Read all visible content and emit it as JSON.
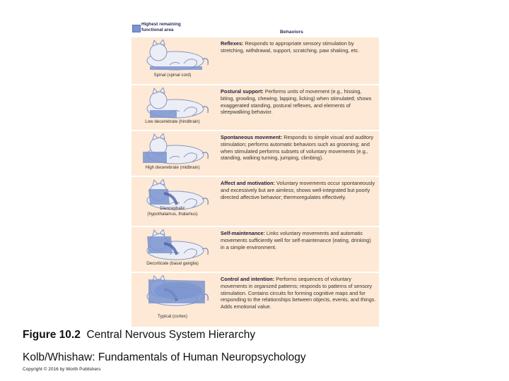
{
  "legend": {
    "label_line1": "Highest remaining",
    "label_line2": "functional area",
    "swatch_color": "#7b94cf"
  },
  "header": {
    "behaviors": "Behaviors"
  },
  "rows": [
    {
      "label": "Spinal (spinal cord)",
      "title": "Reflexes:",
      "text": " Responds to appropriate sensory stimulation by stretching, withdrawal, support, scratching, paw shaking, etc."
    },
    {
      "label": "Low decerebrate (hindbrain)",
      "title": "Postural support:",
      "text": " Performs units of movement (e.g., hissing, biting, growling, chewing, lapping, licking) when stimulated; shows exaggerated standing, postural reflexes, and elements of sleepwalking behavior."
    },
    {
      "label": "High decerebrate (midbrain)",
      "title": "Spontaneous movement:",
      "text": " Responds to simple visual and auditory stimulation; performs automatic behaviors such as grooming; and when stimulated performs subsets of voluntary movements (e.g., standing, walking turning, jumping, climbing)."
    },
    {
      "label": "Diencephalic\n(hypothalamus, thalamus)",
      "title": "Affect and motivation:",
      "text": " Voluntary movements occur spontaneously and excessively but are aimless; shows well-integrated but poorly directed affective behavior; thermoregulates effectively."
    },
    {
      "label": "Decorticate (basal ganglia)",
      "title": "Self-maintenance:",
      "text": " Links voluntary movements and automatic movements sufficiently well for self-maintenance (eating, drinking) in a simple environment."
    },
    {
      "label": "Typical (cortex)",
      "title": "Control and intention:",
      "text": " Performs sequences of voluntary movements in organized patterns; responds to patterns of sensory stimulation. Contains circuits for forming cognitive maps and for responding to the relationships between objects, events, and things. Adds emotional value."
    }
  ],
  "caption": {
    "number": "Figure 10.2",
    "title": "Central Nervous System Hierarchy"
  },
  "source": "Kolb/Whishaw: Fundamentals of Human Neuropsychology",
  "copyright": "Copyright © 2016 by Worth Publishers",
  "colors": {
    "panel": "#fde9d5",
    "highlight": "#7b94cf",
    "cat_fill": "#eceef6",
    "cat_stroke": "#8a95bf"
  }
}
